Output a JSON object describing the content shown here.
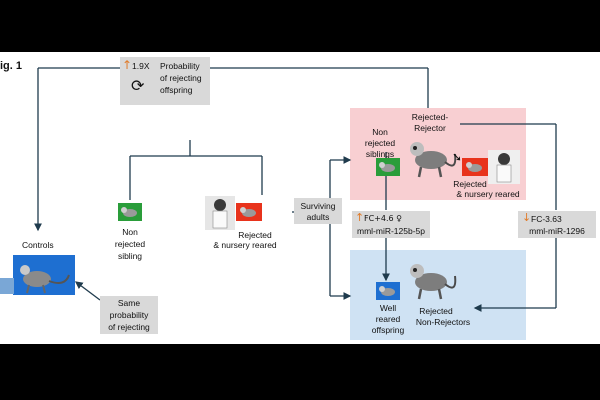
{
  "figure": {
    "label": "ig. 1",
    "prob_box": {
      "multiplier": "1.9X",
      "line1": "Probability",
      "line2": "of rejecting",
      "line3": "offspring"
    },
    "controls": "Controls",
    "same_prob": {
      "line1": "Same",
      "line2": "probability",
      "line3": "of rejecting"
    },
    "non_rejected_sibling": {
      "line1": "Non",
      "line2": "rejected",
      "line3": "sibling"
    },
    "rejected_nursery": {
      "line1": "Rejected",
      "line2": "& nursery reared"
    },
    "surviving": {
      "line1": "Surviving",
      "line2": "adults"
    },
    "rejected_rejector": {
      "line1": "Rejected-",
      "line2": "Rejector"
    },
    "non_rejected_siblings": {
      "line1": "Non",
      "line2": "rejected",
      "line3": "siblings"
    },
    "rejected_nursery_right": {
      "line1": "Rejected",
      "line2": "& nursery reared"
    },
    "fc_up": {
      "line1": "FC+4.6 ♀",
      "line2": "mml-miR-125b-5p"
    },
    "fc_down": {
      "line1": "FC-3.63",
      "line2": "mml-miR-1296"
    },
    "well_reared": {
      "line1": "Well",
      "line2": "reared",
      "line3": "offspring"
    },
    "non_rejectors": {
      "line1": "Rejected",
      "line2": "Non-Rejectors"
    },
    "colors": {
      "pink": "#f8cfd2",
      "blue": "#cfe2f3",
      "green": "#2a9d3a",
      "red": "#e8331c",
      "navy": "#1f3b4d",
      "orange": "#e07b2a"
    }
  }
}
